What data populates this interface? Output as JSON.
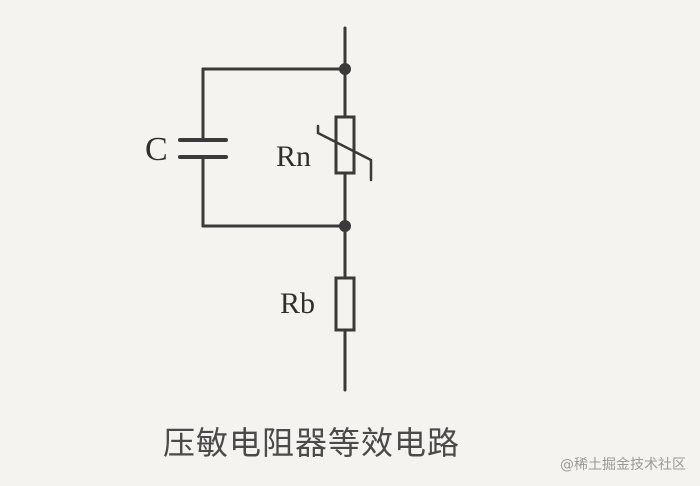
{
  "diagram": {
    "components": {
      "capacitor_label": "C",
      "varistor_label": "Rn",
      "resistor_label": "Rb"
    },
    "caption": "压敏电阻器等效电路"
  },
  "watermark": "@稀土掘金技术社区",
  "colors": {
    "background": "#f4f3ef",
    "line": "#3a3a3a"
  }
}
